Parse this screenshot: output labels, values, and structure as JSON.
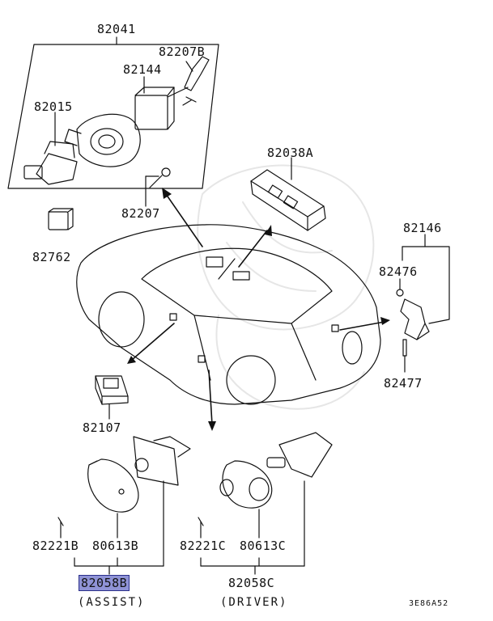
{
  "labels": {
    "p82041": "82041",
    "p82207B": "82207B",
    "p82144": "82144",
    "p82015": "82015",
    "p82207": "82207",
    "p82762": "82762",
    "p82038A": "82038A",
    "p82146": "82146",
    "p82476": "82476",
    "p82477": "82477",
    "p82107": "82107",
    "p82221B": "82221B",
    "p80613B": "80613B",
    "p82221C": "82221C",
    "p80613C": "80613C",
    "p82058B": "82058B",
    "p82058C": "82058C"
  },
  "captions": {
    "assist": "(ASSIST)",
    "driver": "(DRIVER)"
  },
  "diagram_code": "3E86A52",
  "highlight_color": "#8f93d6"
}
